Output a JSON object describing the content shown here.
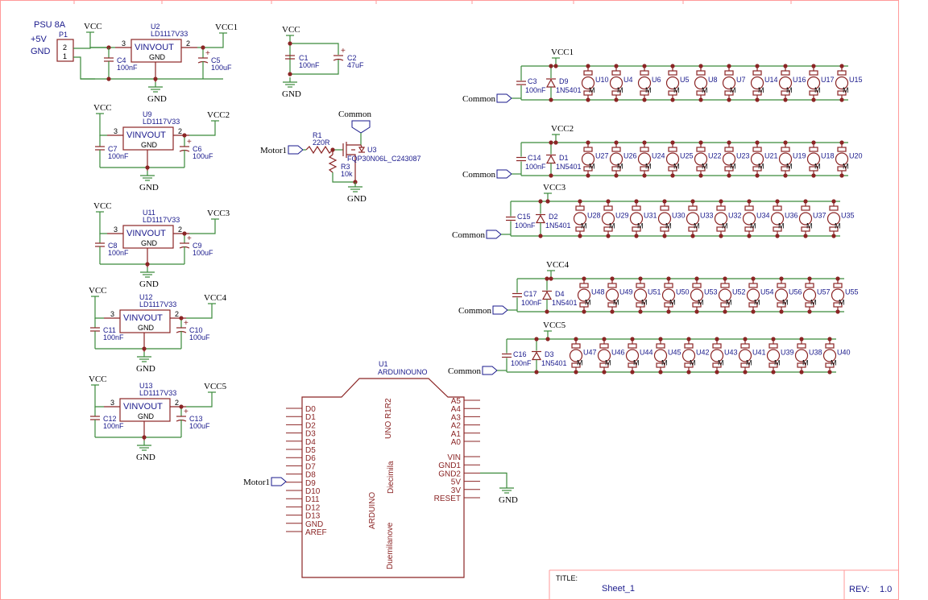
{
  "title_block": {
    "title_label": "TITLE:",
    "title": "Sheet_1",
    "rev_label": "REV:",
    "rev": "1.0"
  },
  "psu": {
    "name": "PSU 8A",
    "ref": "P1",
    "pin_labels": [
      "+5V",
      "GND"
    ],
    "pin_numbers": [
      "2",
      "1"
    ]
  },
  "net_labels": {
    "vcc": "VCC",
    "gnd": "GND",
    "common": "Common",
    "motor1": "Motor1"
  },
  "regulators": [
    {
      "ref": "U2",
      "part": "LD1117V33",
      "out": "VCC1",
      "cin": "C4",
      "cin_val": "100nF",
      "cout": "C5",
      "cout_val": "100uF"
    },
    {
      "ref": "U9",
      "part": "LD1117V33",
      "out": "VCC2",
      "cin": "C7",
      "cin_val": "100nF",
      "cout": "C6",
      "cout_val": "100uF"
    },
    {
      "ref": "U11",
      "part": "LD1117V33",
      "out": "VCC3",
      "cin": "C8",
      "cin_val": "100nF",
      "cout": "C9",
      "cout_val": "100uF"
    },
    {
      "ref": "U12",
      "part": "LD1117V33",
      "out": "VCC4",
      "cin": "C11",
      "cin_val": "100nF",
      "cout": "C10",
      "cout_val": "100uF"
    },
    {
      "ref": "U13",
      "part": "LD1117V33",
      "out": "VCC5",
      "cin": "C12",
      "cin_val": "100nF",
      "cout": "C13",
      "cout_val": "100uF"
    }
  ],
  "reg_pins": {
    "in": "VINVOUT",
    "gnd": "GND",
    "pin_in": "3",
    "pin_out": "2"
  },
  "bulk": {
    "c1": "C1",
    "c1_val": "100nF",
    "c2": "C2",
    "c2_val": "47uF"
  },
  "driver": {
    "r1": "R1",
    "r1_val": "220R",
    "r3": "R3",
    "r3_val": "10k",
    "q": "U3",
    "q_part": "FQP30N06L_C243087"
  },
  "motor_rows": [
    {
      "vcc": "VCC1",
      "cap": "C3",
      "cap_val": "100nF",
      "diode": "D9",
      "diode_part": "1N5401",
      "motors": [
        "U10",
        "U4",
        "U6",
        "U5",
        "U8",
        "U7",
        "U14",
        "U16",
        "U17",
        "U15"
      ]
    },
    {
      "vcc": "VCC2",
      "cap": "C14",
      "cap_val": "100nF",
      "diode": "D1",
      "diode_part": "1N5401",
      "motors": [
        "U27",
        "U26",
        "U24",
        "U25",
        "U22",
        "U23",
        "U21",
        "U19",
        "U18",
        "U20"
      ]
    },
    {
      "vcc": "VCC3",
      "cap": "C15",
      "cap_val": "100nF",
      "diode": "D2",
      "diode_part": "1N5401",
      "motors": [
        "U28",
        "U29",
        "U31",
        "U30",
        "U33",
        "U32",
        "U34",
        "U36",
        "U37",
        "U35"
      ]
    },
    {
      "vcc": "VCC4",
      "cap": "C17",
      "cap_val": "100nF",
      "diode": "D4",
      "diode_part": "1N5401",
      "motors": [
        "U48",
        "U49",
        "U51",
        "U50",
        "U53",
        "U52",
        "U54",
        "U56",
        "U57",
        "U55"
      ]
    },
    {
      "vcc": "VCC5",
      "cap": "C16",
      "cap_val": "100nF",
      "diode": "D3",
      "diode_part": "1N5401",
      "motors": [
        "U47",
        "U46",
        "U44",
        "U45",
        "U42",
        "U43",
        "U41",
        "U39",
        "U38",
        "U40"
      ]
    }
  ],
  "motor_label": "M",
  "arduino": {
    "ref": "U1",
    "part": "ARDUINOUNO",
    "brand": "ARDUINO",
    "rev": "UNO R1R2",
    "alt1": "Diecimila",
    "alt2": "Duemilanove",
    "left_pins": [
      "D0",
      "D1",
      "D2",
      "D3",
      "D4",
      "D5",
      "D6",
      "D7",
      "D8",
      "D9",
      "D10",
      "D11",
      "D12",
      "D13",
      "GND",
      "AREF"
    ],
    "right_pins_top": [
      "A5",
      "A4",
      "A3",
      "A2",
      "A1",
      "A0"
    ],
    "right_pins_bottom": [
      "VIN",
      "GND1",
      "GND2",
      "5V",
      "3V",
      "RESET"
    ]
  }
}
